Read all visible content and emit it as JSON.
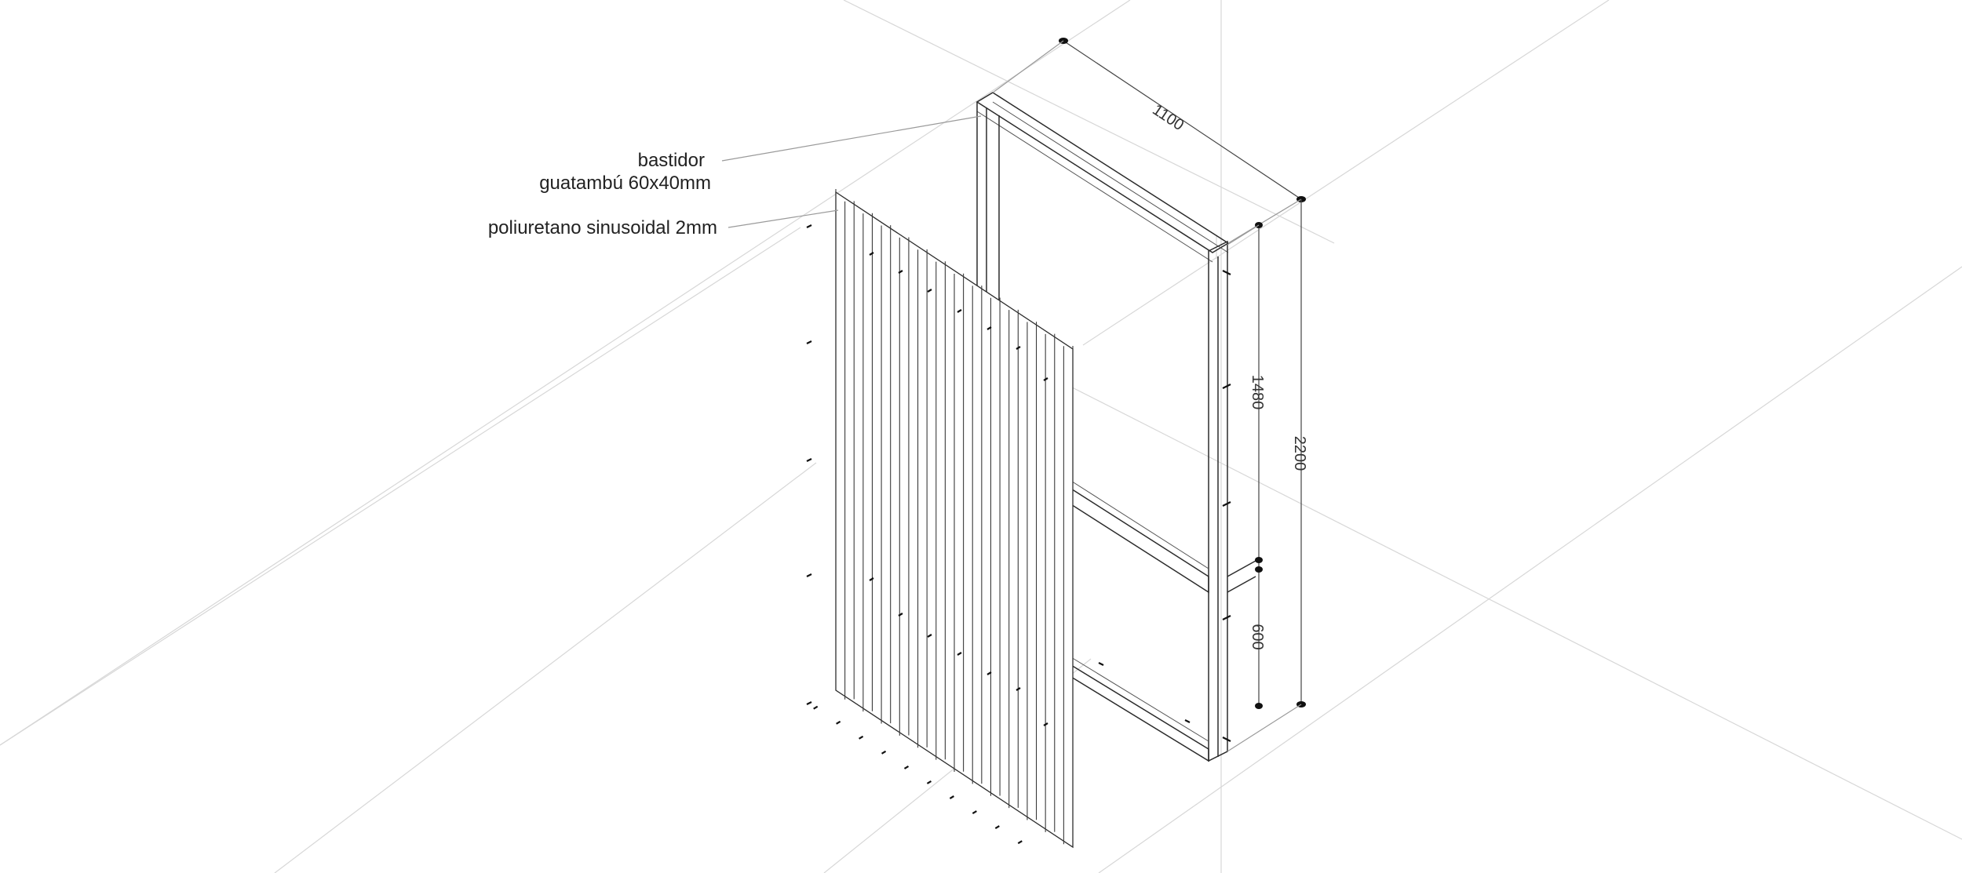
{
  "labels": {
    "bastidor_line1": "bastidor",
    "bastidor_line2": "guatambú 60x40mm",
    "sheet": "poliuretano sinusoidal 2mm"
  },
  "dimensions": {
    "width": "1100",
    "height_total": "2200",
    "height_upper": "1480",
    "height_lower": "600"
  },
  "colors": {
    "line": "#2b2b2b",
    "guide": "#d7d7d7",
    "leader": "#9a9a9a",
    "text": "#222222"
  }
}
